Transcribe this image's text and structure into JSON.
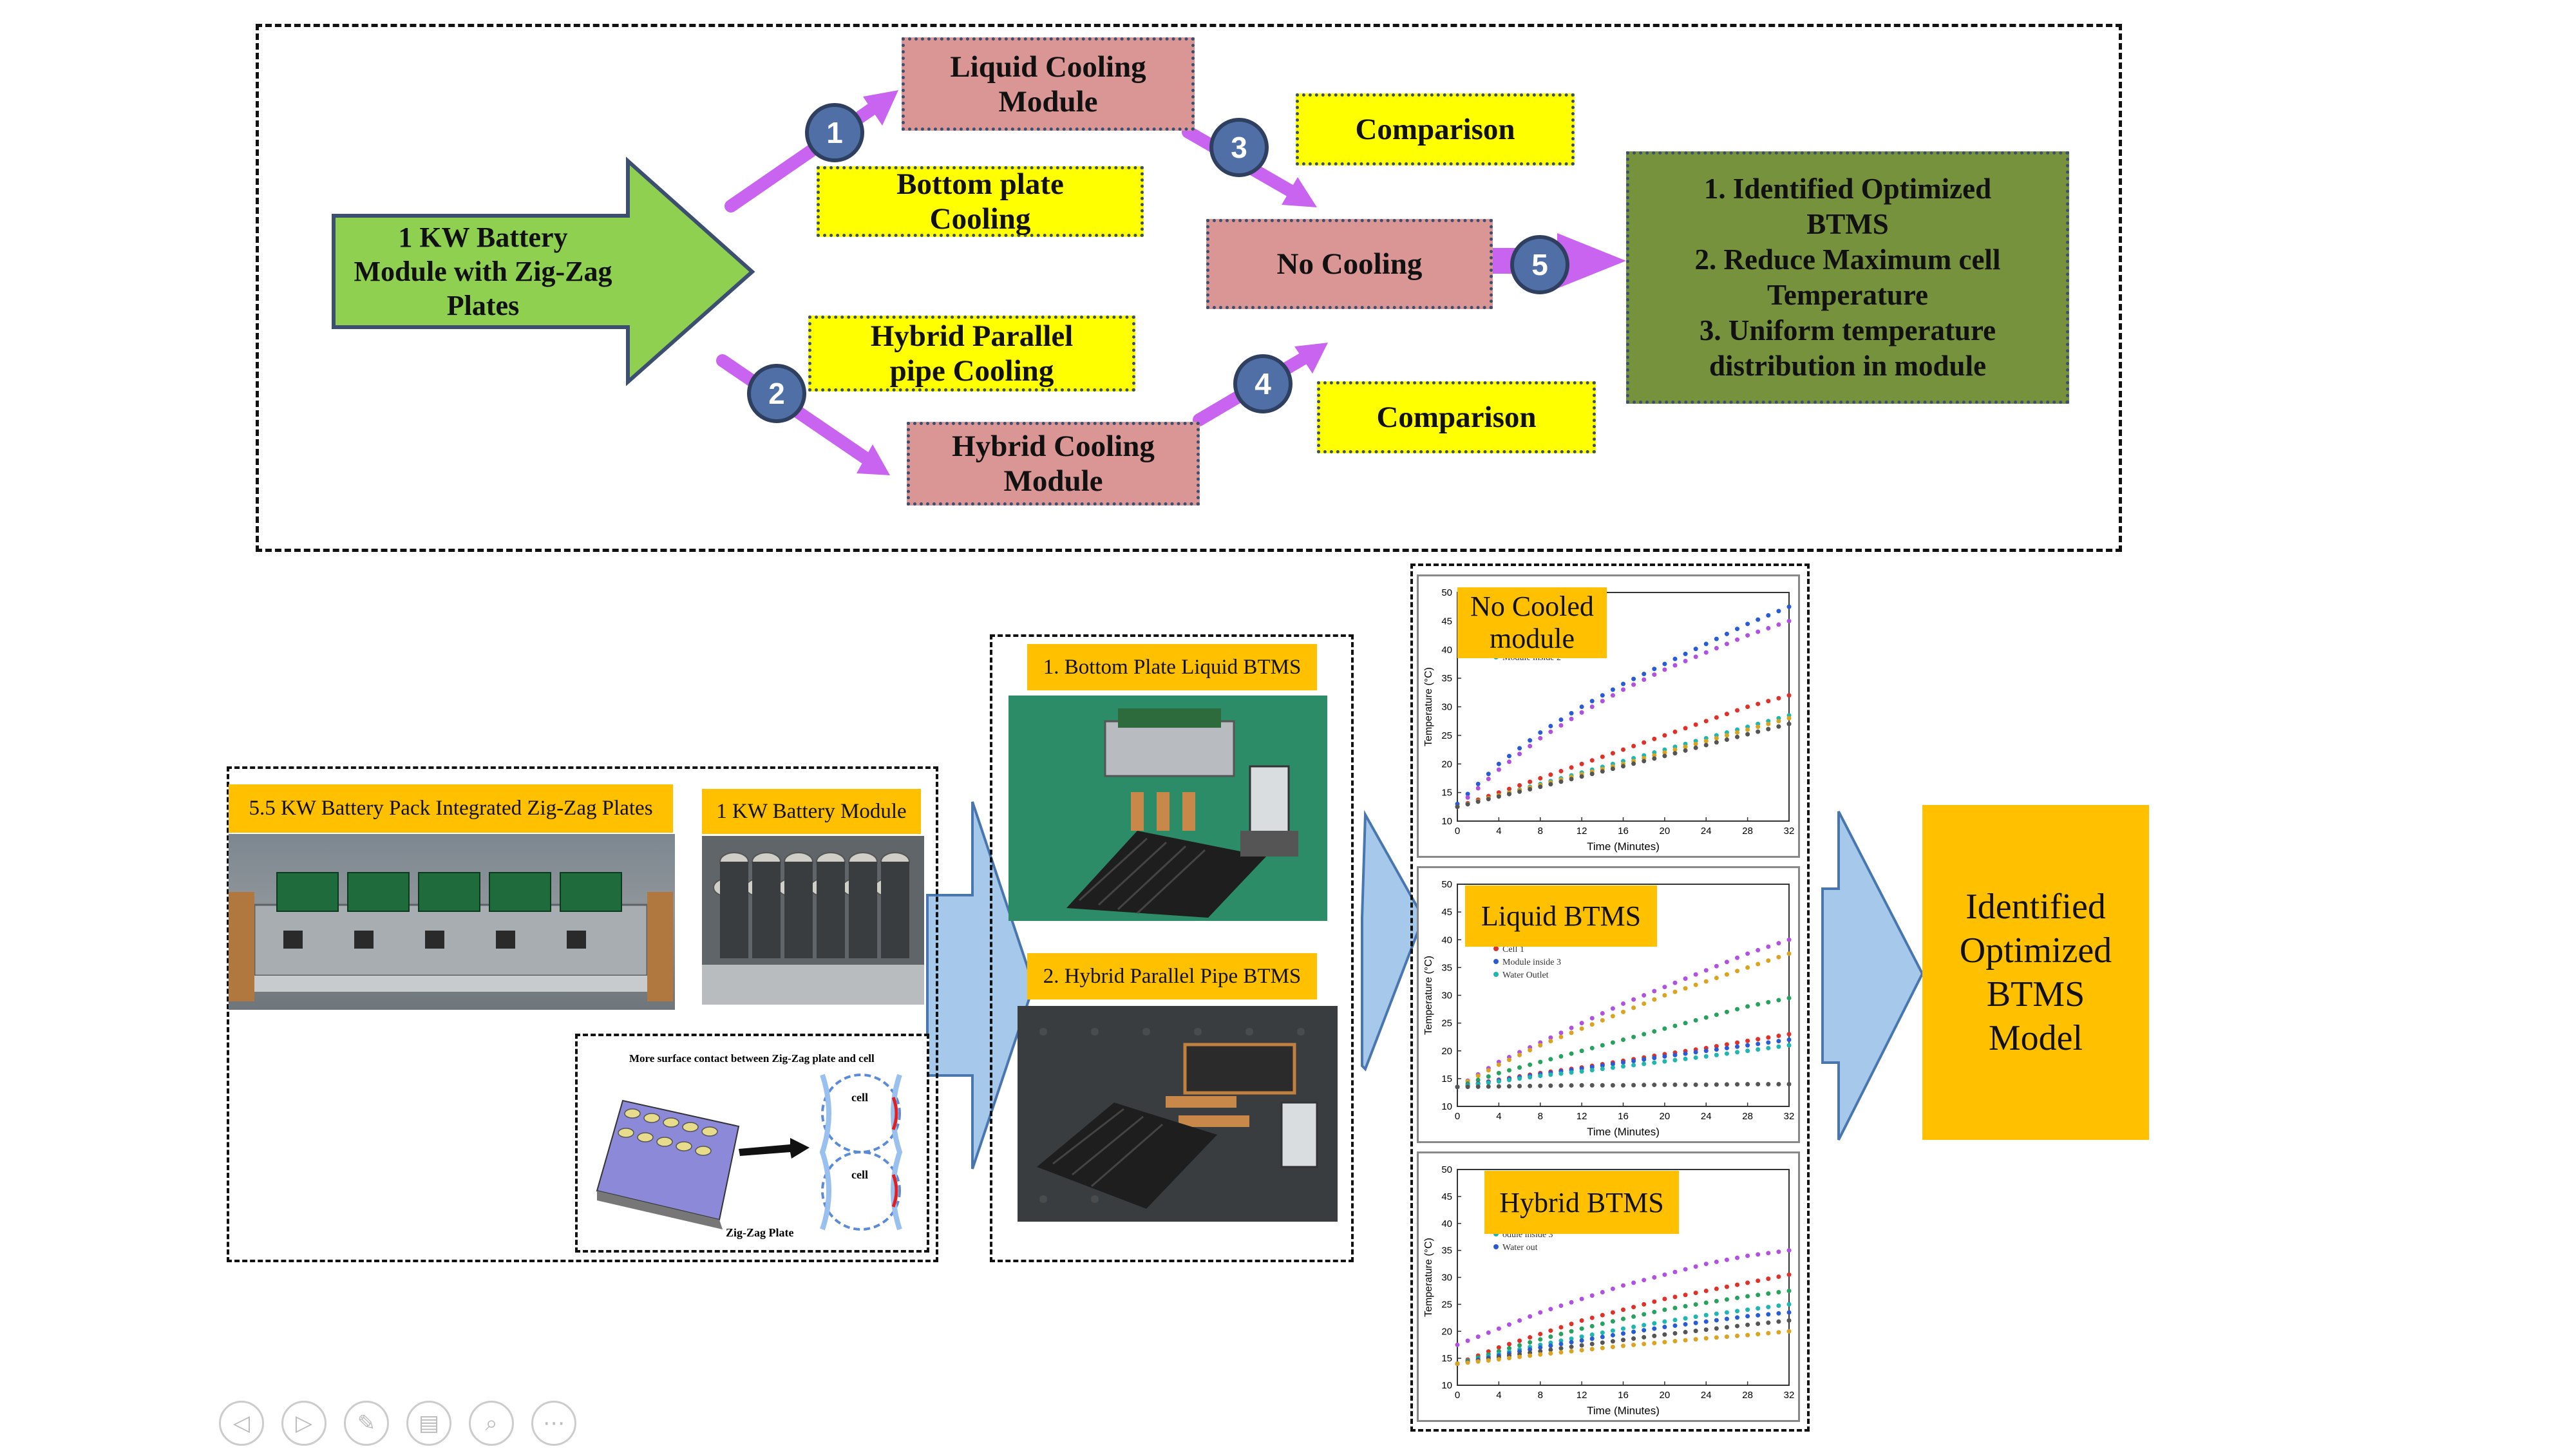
{
  "top": {
    "battery_label": "1 KW Battery\nModule with Zig-Zag\nPlates",
    "liquid_module": "Liquid Cooling\nModule",
    "bottom_plate": "Bottom plate\nCooling",
    "hybrid_parallel": "Hybrid Parallel\npipe Cooling",
    "hybrid_module": "Hybrid Cooling\nModule",
    "no_cooling": "No Cooling",
    "comparison_top": "Comparison",
    "comparison_bottom": "Comparison",
    "outcomes": "1. Identified Optimized\nBTMS\n2. Reduce Maximum cell\nTemperature\n3. Uniform temperature\ndistribution in module",
    "steps": [
      "1",
      "2",
      "3",
      "4",
      "5"
    ]
  },
  "bottom": {
    "pack_label": "5.5 KW Battery Pack Integrated Zig-Zag Plates",
    "module_label": "1 KW Battery Module",
    "contact_title": "More surface contact between Zig-Zag plate and cell",
    "contact_cell_1": "cell",
    "contact_cell_2": "cell",
    "contact_plate": "Zig-Zag Plate",
    "bottom_plate_btms": "1. Bottom Plate Liquid BTMS",
    "hybrid_pipe_btms": "2. Hybrid Parallel Pipe BTMS",
    "result_box": "Identified\nOptimized\nBTMS\nModel"
  },
  "chart_data": [
    {
      "type": "scatter",
      "title": "No Cooled\nmodule",
      "xlabel": "Time (Minutes)",
      "ylabel": "Temperature (°C)",
      "xlim": [
        0,
        32
      ],
      "ylim": [
        10,
        50
      ],
      "x_ticks": [
        "0",
        "4",
        "8",
        "12",
        "16",
        "20",
        "24",
        "28",
        "32"
      ],
      "y_ticks": [
        "10",
        "15",
        "20",
        "25",
        "30",
        "35",
        "40",
        "45",
        "50"
      ],
      "legend_fragment": "Module inside 2",
      "series": [
        {
          "color": "#2a5bd7",
          "x": [
            0,
            4,
            8,
            12,
            16,
            20,
            24,
            28,
            32
          ],
          "y": [
            13,
            20,
            25.5,
            30,
            34,
            37.5,
            41,
            44.5,
            47.5
          ]
        },
        {
          "color": "#b052e0",
          "x": [
            0,
            4,
            8,
            12,
            16,
            20,
            24,
            28,
            32
          ],
          "y": [
            12.5,
            19,
            24.5,
            29,
            33,
            36.5,
            39.5,
            42.5,
            45
          ]
        },
        {
          "color": "#e0302a",
          "x": [
            0,
            4,
            8,
            12,
            16,
            20,
            24,
            28,
            32
          ],
          "y": [
            12.5,
            15,
            17.5,
            20,
            22.5,
            25,
            27.5,
            30,
            32
          ]
        },
        {
          "color": "#1fb5b0",
          "x": [
            0,
            4,
            8,
            12,
            16,
            20,
            24,
            28,
            32
          ],
          "y": [
            12.5,
            14.5,
            16.5,
            18.5,
            20.5,
            22.5,
            24.5,
            26.5,
            28.5
          ]
        },
        {
          "color": "#d9a520",
          "x": [
            0,
            4,
            8,
            12,
            16,
            20,
            24,
            28,
            32
          ],
          "y": [
            12.5,
            14.5,
            16.3,
            18.2,
            20,
            22,
            24,
            26,
            28
          ]
        },
        {
          "color": "#555555",
          "x": [
            0,
            4,
            8,
            12,
            16,
            20,
            24,
            28,
            32
          ],
          "y": [
            12.5,
            14.3,
            16,
            17.8,
            19.6,
            21.4,
            23.3,
            25.2,
            27
          ]
        }
      ]
    },
    {
      "type": "scatter",
      "title": "Liquid BTMS",
      "xlabel": "Time (Minutes)",
      "ylabel": "Temperature (°C)",
      "xlim": [
        0,
        32
      ],
      "ylim": [
        10,
        50
      ],
      "x_ticks": [
        "0",
        "4",
        "8",
        "12",
        "16",
        "20",
        "24",
        "28",
        "32"
      ],
      "y_ticks": [
        "10",
        "15",
        "20",
        "25",
        "30",
        "35",
        "40",
        "45",
        "50"
      ],
      "legend_entries": [
        "Cell 1",
        "Module inside 3",
        "Water Outlet"
      ],
      "series": [
        {
          "color": "#b052e0",
          "x": [
            0,
            4,
            8,
            12,
            16,
            20,
            24,
            28,
            32
          ],
          "y": [
            13.5,
            18,
            21.5,
            25,
            28.5,
            31.5,
            34.5,
            37.5,
            40
          ]
        },
        {
          "color": "#d9a520",
          "x": [
            0,
            4,
            8,
            12,
            16,
            20,
            24,
            28,
            32
          ],
          "y": [
            13.5,
            17.5,
            21,
            24,
            27,
            30,
            32.5,
            35,
            37.5
          ]
        },
        {
          "color": "#28a060",
          "x": [
            0,
            4,
            8,
            12,
            16,
            20,
            24,
            28,
            32
          ],
          "y": [
            13.5,
            16,
            18,
            20,
            22,
            24,
            26,
            28,
            29.5
          ]
        },
        {
          "color": "#e0302a",
          "x": [
            0,
            4,
            8,
            12,
            16,
            20,
            24,
            28,
            32
          ],
          "y": [
            13.5,
            14.8,
            16,
            17,
            18.2,
            19.4,
            20.5,
            21.8,
            23
          ]
        },
        {
          "color": "#2a5bd7",
          "x": [
            0,
            4,
            8,
            12,
            16,
            20,
            24,
            28,
            32
          ],
          "y": [
            13.5,
            14.7,
            15.8,
            16.8,
            17.9,
            19,
            20,
            21,
            22
          ]
        },
        {
          "color": "#1fb5b0",
          "x": [
            0,
            4,
            8,
            12,
            16,
            20,
            24,
            28,
            32
          ],
          "y": [
            13.5,
            14.5,
            15.5,
            16.3,
            17.2,
            18.1,
            19,
            20,
            21
          ]
        },
        {
          "color": "#555555",
          "x": [
            0,
            4,
            8,
            12,
            16,
            20,
            24,
            28,
            32
          ],
          "y": [
            13.5,
            13.6,
            13.7,
            13.8,
            13.8,
            13.9,
            13.9,
            14,
            14
          ]
        }
      ]
    },
    {
      "type": "scatter",
      "title": "Hybrid BTMS",
      "xlabel": "Time (Minutes)",
      "ylabel": "Temperature (°C)",
      "xlim": [
        0,
        32
      ],
      "ylim": [
        10,
        50
      ],
      "x_ticks": [
        "0",
        "4",
        "8",
        "12",
        "16",
        "20",
        "24",
        "28",
        "32"
      ],
      "y_ticks": [
        "10",
        "15",
        "20",
        "25",
        "30",
        "35",
        "40",
        "45",
        "50"
      ],
      "legend_entries": [
        "odule inside 3",
        "Water out"
      ],
      "series": [
        {
          "color": "#b052e0",
          "x": [
            0,
            4,
            8,
            12,
            16,
            20,
            24,
            28,
            32
          ],
          "y": [
            17.5,
            20.5,
            23.5,
            26,
            28.5,
            30.5,
            32.5,
            34,
            35
          ]
        },
        {
          "color": "#e0302a",
          "x": [
            0,
            4,
            8,
            12,
            16,
            20,
            24,
            28,
            32
          ],
          "y": [
            14,
            17,
            19.5,
            22,
            24,
            26,
            27.5,
            29,
            30.5
          ]
        },
        {
          "color": "#28a060",
          "x": [
            0,
            4,
            8,
            12,
            16,
            20,
            24,
            28,
            32
          ],
          "y": [
            14,
            16.3,
            18.5,
            20.5,
            22.3,
            24,
            25.3,
            26.5,
            27.5
          ]
        },
        {
          "color": "#1fb5b0",
          "x": [
            0,
            4,
            8,
            12,
            16,
            20,
            24,
            28,
            32
          ],
          "y": [
            14,
            15.8,
            17.5,
            19,
            20.5,
            21.8,
            23,
            24,
            25
          ]
        },
        {
          "color": "#2a5bd7",
          "x": [
            0,
            4,
            8,
            12,
            16,
            20,
            24,
            28,
            32
          ],
          "y": [
            14,
            15.5,
            17,
            18.3,
            19.6,
            20.8,
            21.8,
            22.8,
            23.5
          ]
        },
        {
          "color": "#555555",
          "x": [
            0,
            4,
            8,
            12,
            16,
            20,
            24,
            28,
            32
          ],
          "y": [
            14,
            15.2,
            16.3,
            17.4,
            18.4,
            19.4,
            20.3,
            21.2,
            22
          ]
        },
        {
          "color": "#d9a520",
          "x": [
            0,
            4,
            8,
            12,
            16,
            20,
            24,
            28,
            32
          ],
          "y": [
            14,
            14.8,
            15.7,
            16.5,
            17.3,
            18,
            18.7,
            19.3,
            20
          ]
        }
      ]
    }
  ],
  "nav_icons": [
    "previous-icon",
    "next-icon",
    "pen-icon",
    "slides-icon",
    "zoom-icon",
    "more-icon"
  ]
}
